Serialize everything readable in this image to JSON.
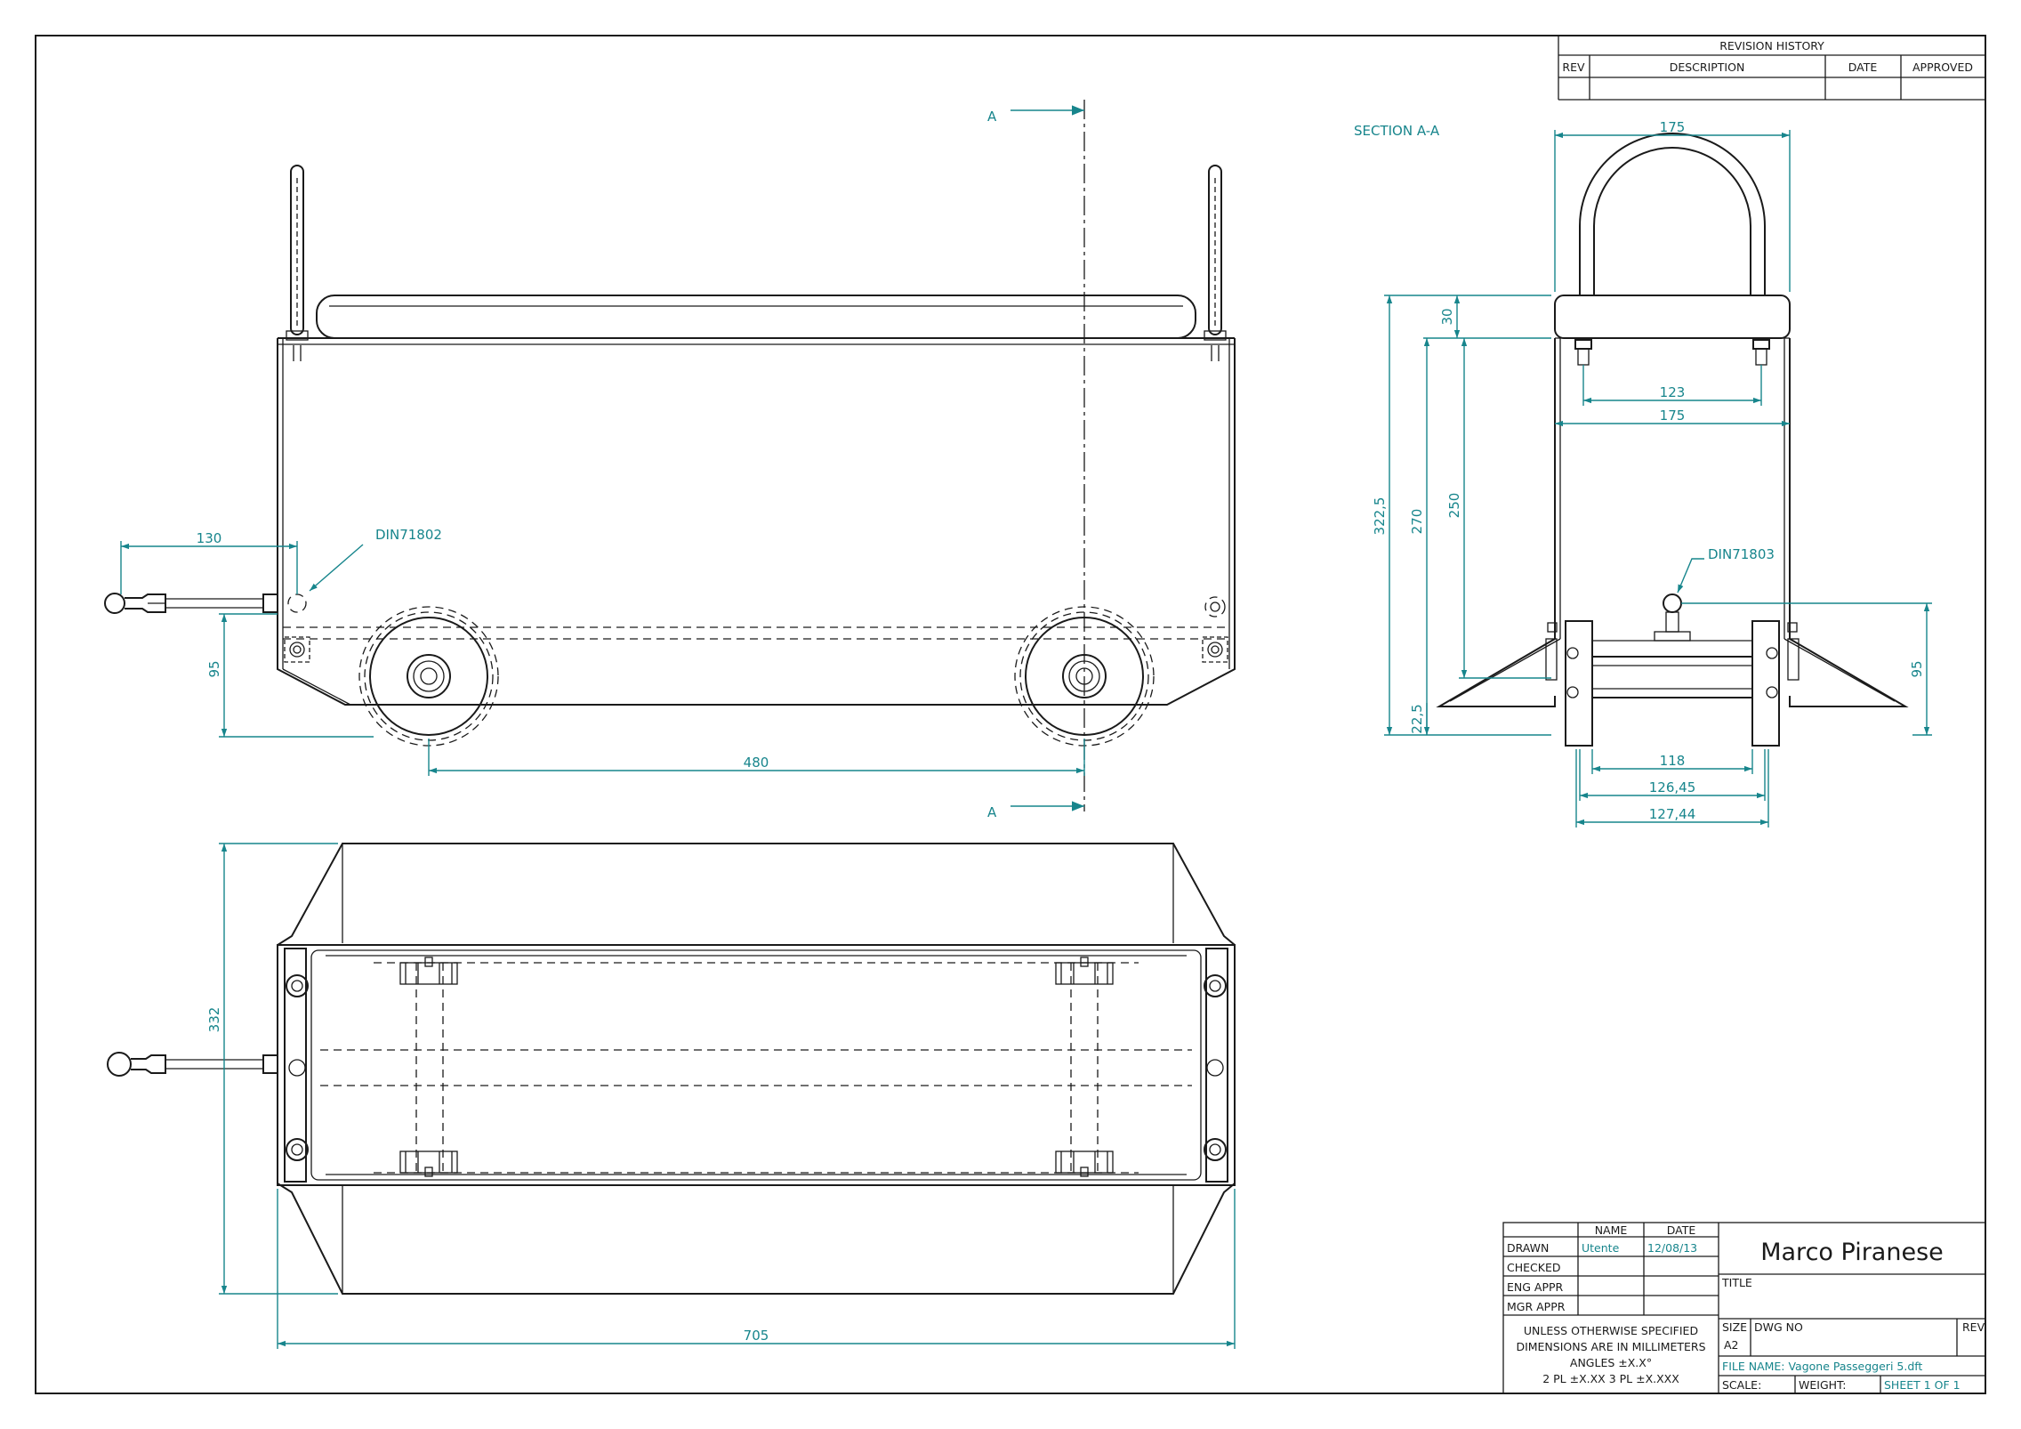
{
  "revision_history": {
    "title": "REVISION HISTORY",
    "columns": [
      "REV",
      "DESCRIPTION",
      "DATE",
      "APPROVED"
    ]
  },
  "section": {
    "title": "SECTION A-A",
    "label_a_top": "A",
    "label_a_bottom": "A"
  },
  "callouts": {
    "part_left": "DIN71802",
    "part_right": "DIN71803"
  },
  "dimensions": {
    "side": {
      "handle": "130",
      "height": "95",
      "wheelbase": "480"
    },
    "top": {
      "width": "332",
      "length": "705"
    },
    "section": {
      "top_width": "175",
      "seat": "30",
      "bolt_spacing": "123",
      "inner_width": "175",
      "total_height": "322,5",
      "body_height": "270",
      "wall_height": "250",
      "bottom": "22,5",
      "axle_height": "95",
      "axle_1": "118",
      "axle_2": "126,45",
      "axle_3": "127,44"
    }
  },
  "title_block": {
    "header_name": "NAME",
    "header_date": "DATE",
    "rows": [
      {
        "label": "DRAWN",
        "name": "Utente",
        "date": "12/08/13"
      },
      {
        "label": "CHECKED",
        "name": "",
        "date": ""
      },
      {
        "label": "ENG APPR",
        "name": "",
        "date": ""
      },
      {
        "label": "MGR APPR",
        "name": "",
        "date": ""
      }
    ],
    "company": "Marco Piranese",
    "title_label": "TITLE",
    "notes": [
      "UNLESS OTHERWISE SPECIFIED",
      "DIMENSIONS ARE IN MILLIMETERS",
      "ANGLES ±X.X°",
      "2 PL ±X.XX 3 PL ±X.XXX"
    ],
    "size_label": "SIZE",
    "size_value": "A2",
    "dwg_no_label": "DWG NO",
    "rev_label": "REV",
    "file_name": "FILE NAME: Vagone Passeggeri 5.dft",
    "scale_label": "SCALE:",
    "weight_label": "WEIGHT:",
    "sheet": "SHEET 1 OF 1"
  },
  "colors": {
    "line": "#1a1a1a",
    "dimension": "#17858c"
  }
}
